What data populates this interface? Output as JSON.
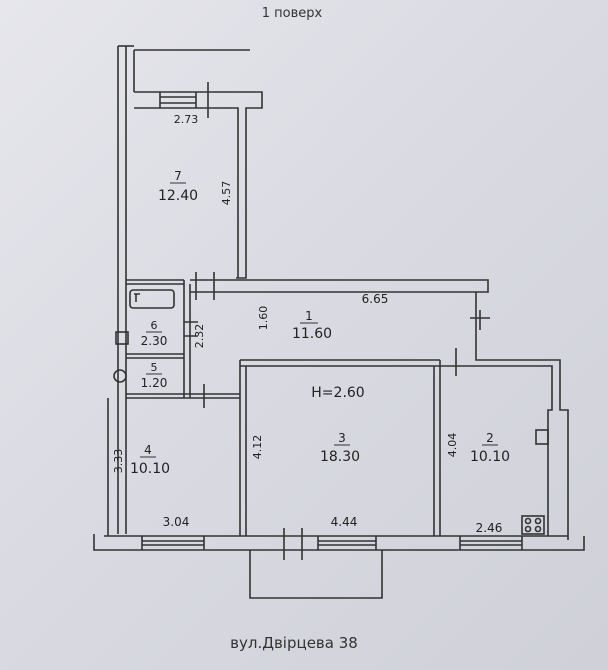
{
  "header": {
    "floor_label": "1 поверх"
  },
  "footer": {
    "address": "вул.Двірцева 38"
  },
  "height_label": "H=2.60",
  "rooms": [
    {
      "number": "1",
      "area": "11.60"
    },
    {
      "number": "2",
      "area": "10.10"
    },
    {
      "number": "3",
      "area": "18.30"
    },
    {
      "number": "4",
      "area": "10.10"
    },
    {
      "number": "5",
      "area": "1.20"
    },
    {
      "number": "6",
      "area": "2.30"
    },
    {
      "number": "7",
      "area": "12.40"
    }
  ],
  "dimensions": [
    "2.73",
    "4.57",
    "6.65",
    "1.60",
    "2.32",
    "4.12",
    "4.04",
    "3.33",
    "3.04",
    "4.44",
    "2.46"
  ],
  "fixtures": [
    "bathtub-icon",
    "toilet-icon",
    "sink-icon",
    "stove-icon",
    "radiator-icon"
  ]
}
